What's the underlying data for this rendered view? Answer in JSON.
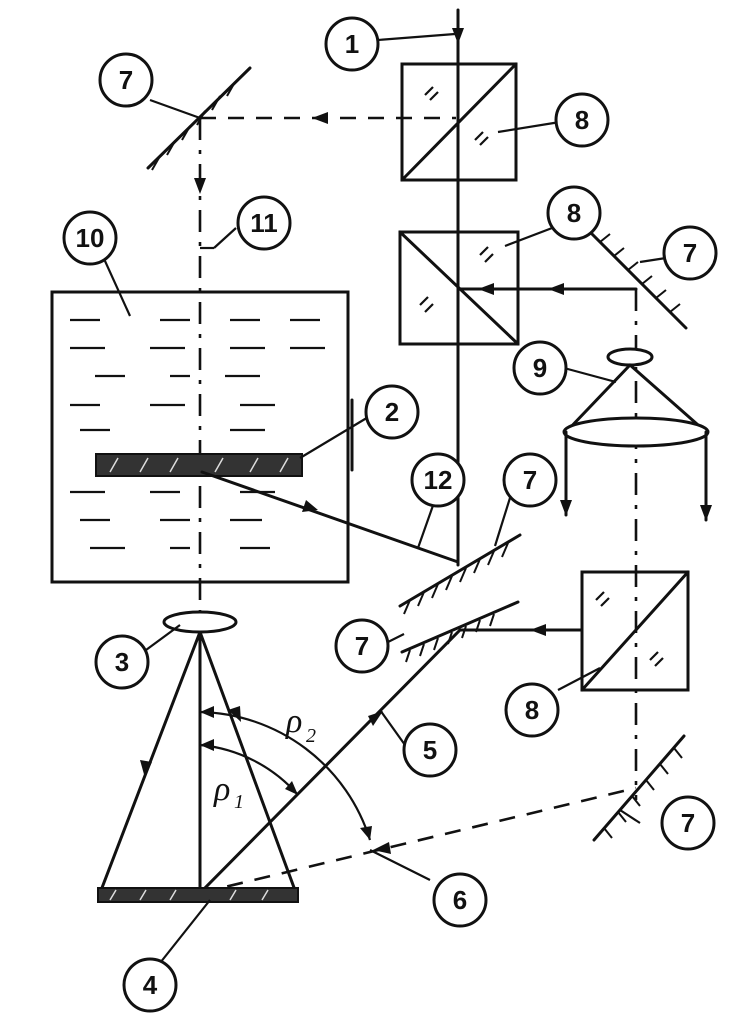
{
  "labels": {
    "l1": "1",
    "l2": "2",
    "l3": "3",
    "l4": "4",
    "l5": "5",
    "l6": "6",
    "l7a": "7",
    "l7b": "7",
    "l7c": "7",
    "l7d": "7",
    "l7e": "7",
    "l8a": "8",
    "l8b": "8",
    "l8c": "8",
    "l9": "9",
    "l10": "10",
    "l11": "11",
    "l12": "12"
  },
  "angles": {
    "rho1": "ρ",
    "rho1_sub": "1",
    "rho2": "ρ",
    "rho2_sub": "2"
  },
  "icons": [
    "beam-splitter-cube-icon",
    "mirror-icon",
    "lens-icon",
    "hologram-plate-icon"
  ]
}
